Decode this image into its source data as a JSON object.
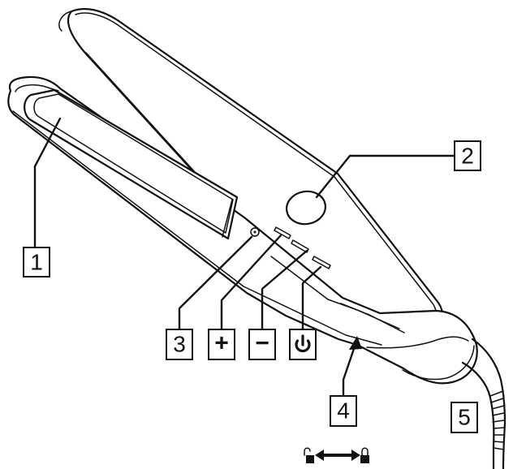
{
  "callouts": {
    "heating_plate": "1",
    "display_window": "2",
    "indicator": "3",
    "lock": "4",
    "cord": "5"
  },
  "controls": {
    "increase": "+",
    "decrease": "−",
    "power": "power-icon"
  },
  "icons": {
    "unlock": "unlock-icon",
    "lock": "lock-icon",
    "slide_arrow": "double-arrow-icon"
  },
  "colors": {
    "line": "#111111",
    "background": "#ffffff"
  }
}
